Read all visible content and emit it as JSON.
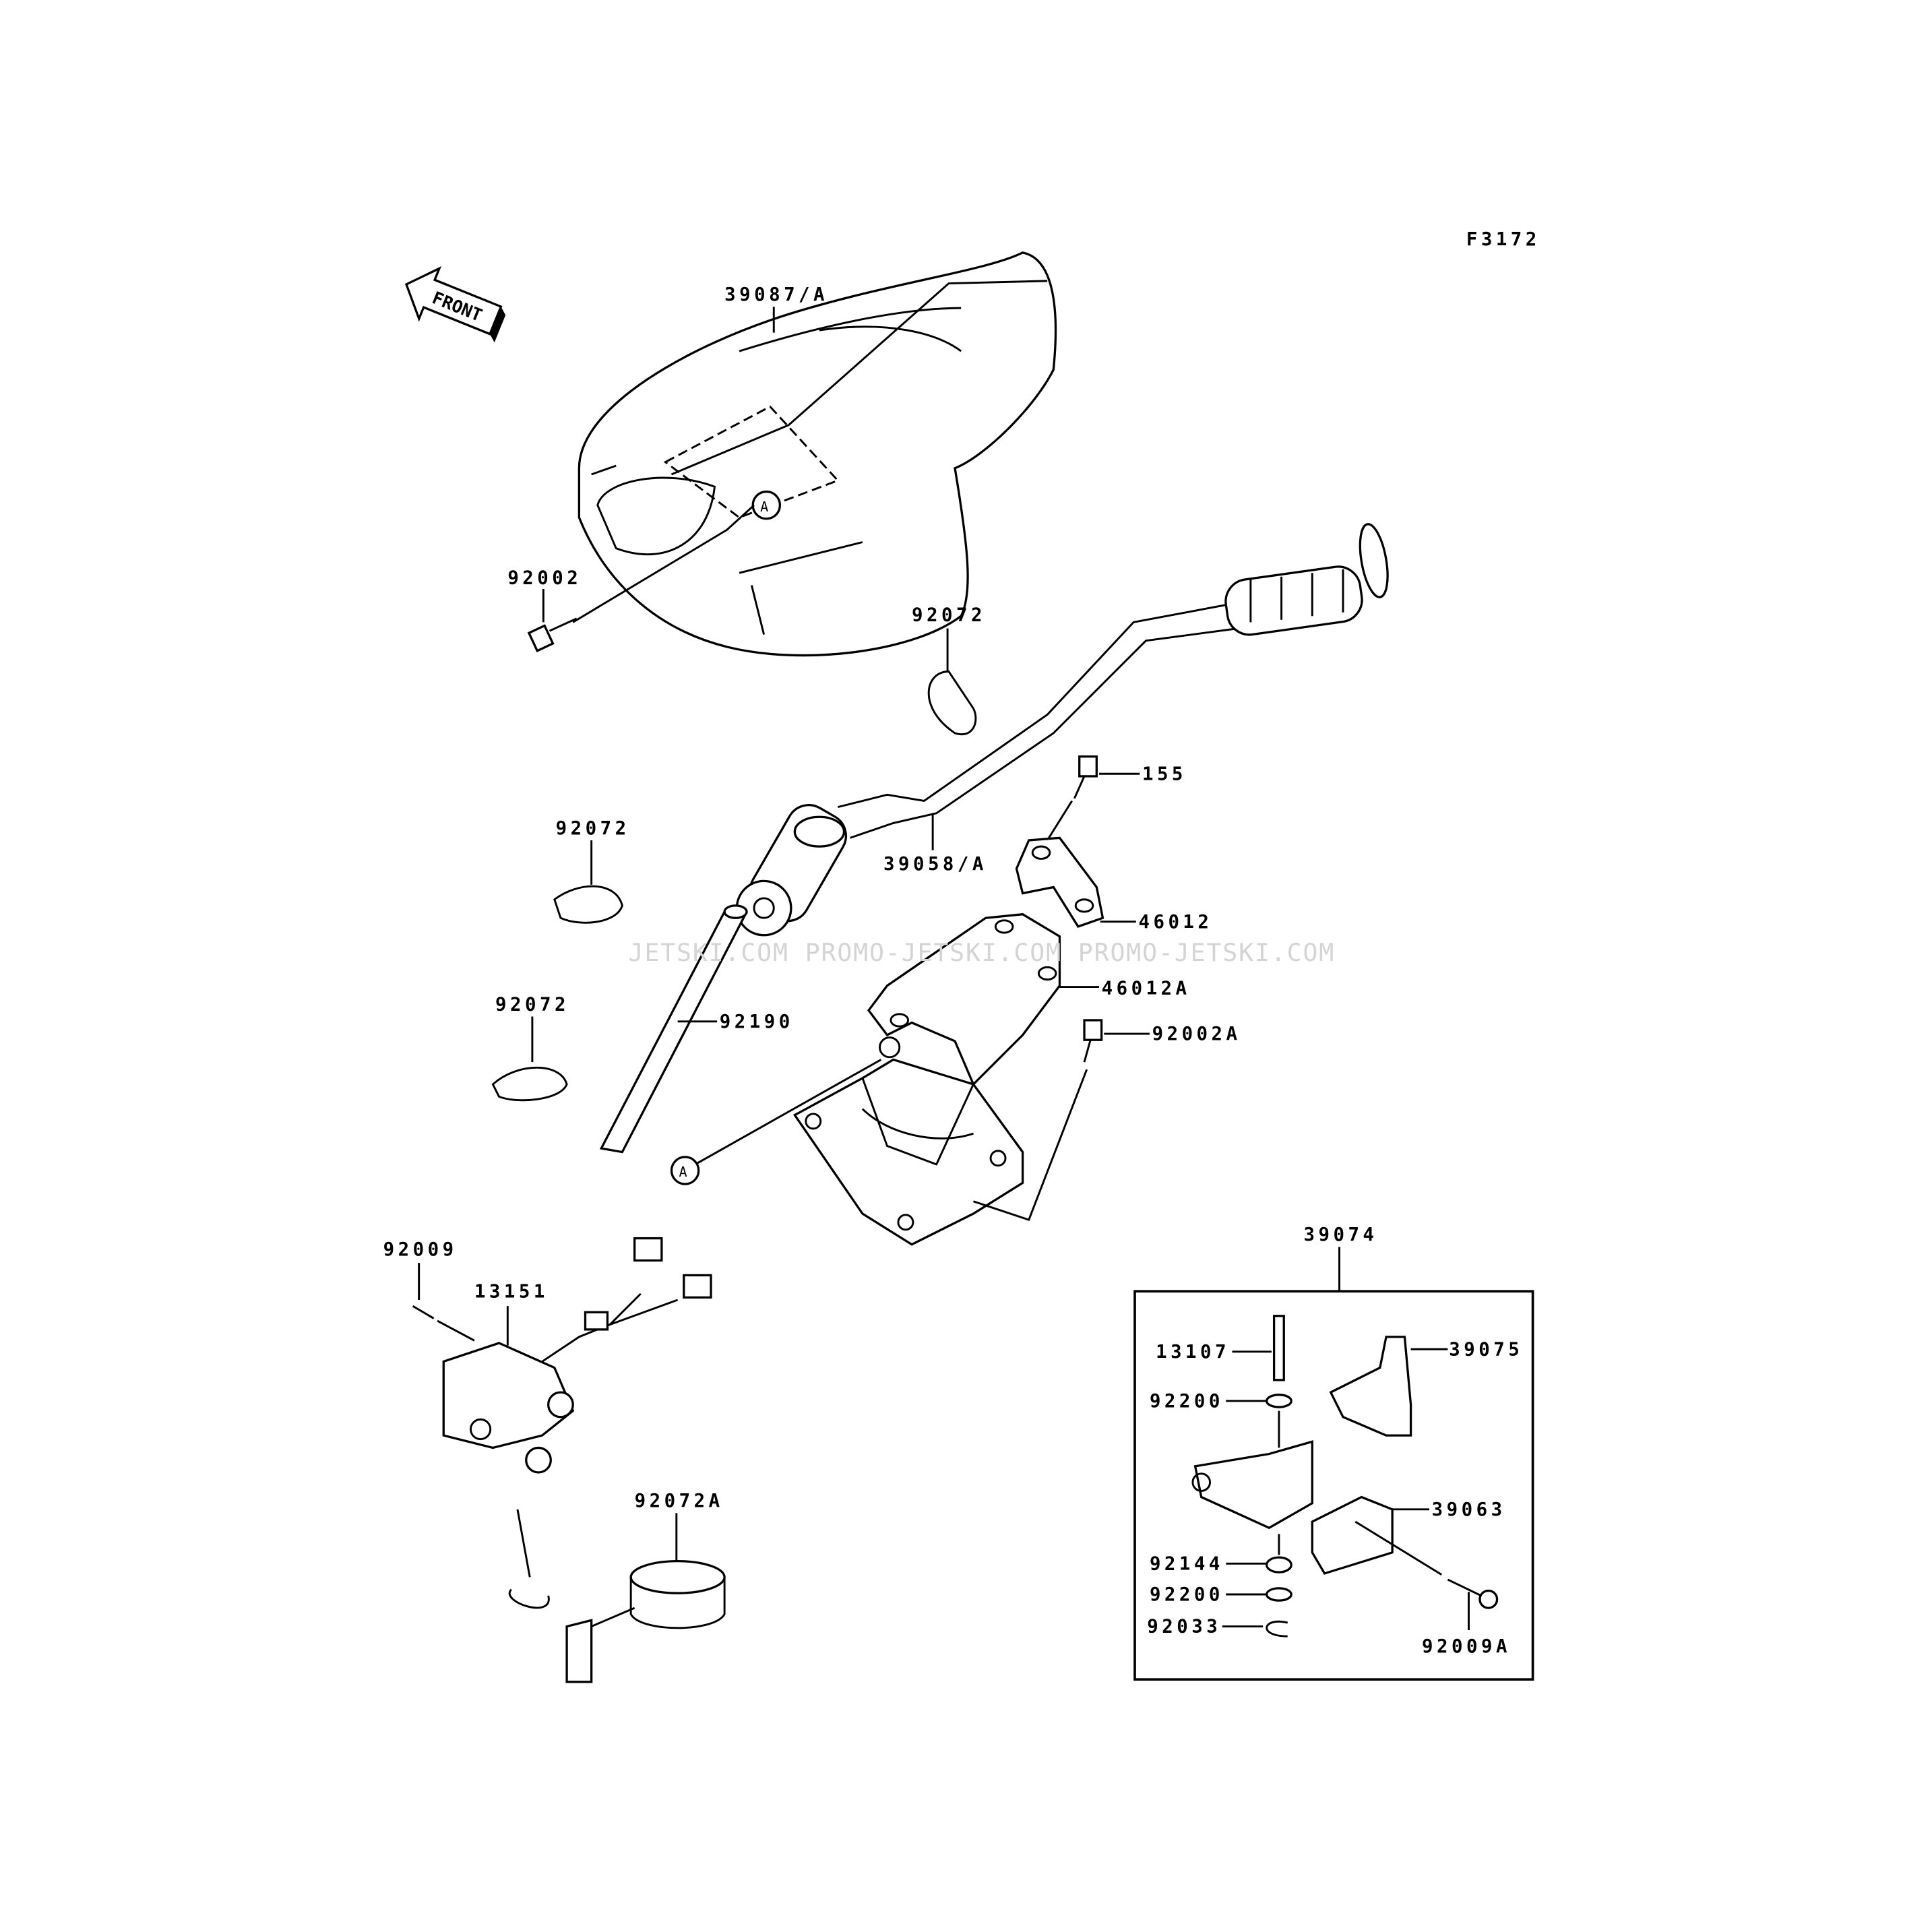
{
  "figure_code": "F3172",
  "front_arrow": "FRONT",
  "watermark": "JETSKI.COM   PROMO-JETSKI.COM   PROMO-JETSKI.COM",
  "reference_marks": [
    "A",
    "A"
  ],
  "parts": {
    "cover": "39087/A",
    "bolt_cover": "92002",
    "band_top": "92072",
    "bolt_155": "155",
    "handlebar": "39058/A",
    "band_mid": "92072",
    "holder_upper": "46012",
    "holder_lower": "46012A",
    "band_low": "92072",
    "tube": "92190",
    "bolt_holder": "92002A",
    "screw_switch": "92009",
    "switch": "13151",
    "band_lanyard": "92072A"
  },
  "inset": {
    "assembly": "39074",
    "pin": "13107",
    "lever": "39075",
    "washer_top": "92200",
    "housing": "39063",
    "spring": "92144",
    "washer_bottom": "92200",
    "circlip": "92033",
    "screw": "92009A"
  }
}
